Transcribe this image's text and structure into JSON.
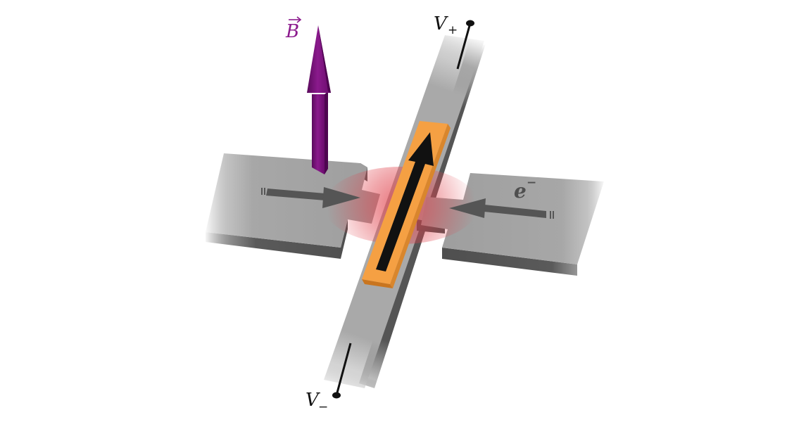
{
  "labels": {
    "b_field": "B",
    "v_plus_main": "V",
    "v_plus_sub": "+",
    "v_minus_main": "V",
    "v_minus_sub": "−",
    "electron_main": "e",
    "electron_sup": "−"
  },
  "colors": {
    "background": "#ffffff",
    "strip_top": "#a9a9a9",
    "strip_side": "#555555",
    "pad_top": "#a7a7a7",
    "pad_side": "#5a5a5a",
    "magnet": "#f5a043",
    "magnet_edge": "#d9862c",
    "magnet_arrow": "#111111",
    "b_arrow": "#7a0a7c",
    "b_arrow_shade": "#4e0550",
    "b_label": "#8b1a8d",
    "current_arrow": "#555555",
    "hotspot": "#e0404a",
    "wire": "#111111"
  }
}
